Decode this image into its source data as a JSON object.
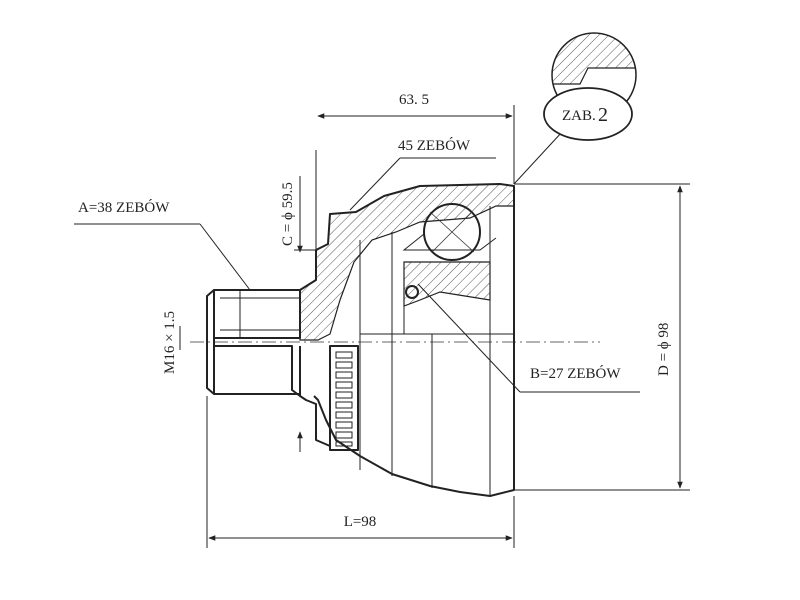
{
  "dimensions": {
    "top_length": "63. 5",
    "spline_45": "45 ZEBÓW",
    "spline_a": "A=38 ZEBÓW",
    "diameter_c": "C = ϕ 59.5",
    "thread": "M16 × 1.5",
    "spline_b": "B=27 ZEBÓW",
    "diameter_d": "D = ϕ 98",
    "length_l": "L=98"
  },
  "detail": {
    "label": "ZAB.",
    "number": "2"
  },
  "colors": {
    "line": "#222222",
    "background": "#ffffff"
  }
}
